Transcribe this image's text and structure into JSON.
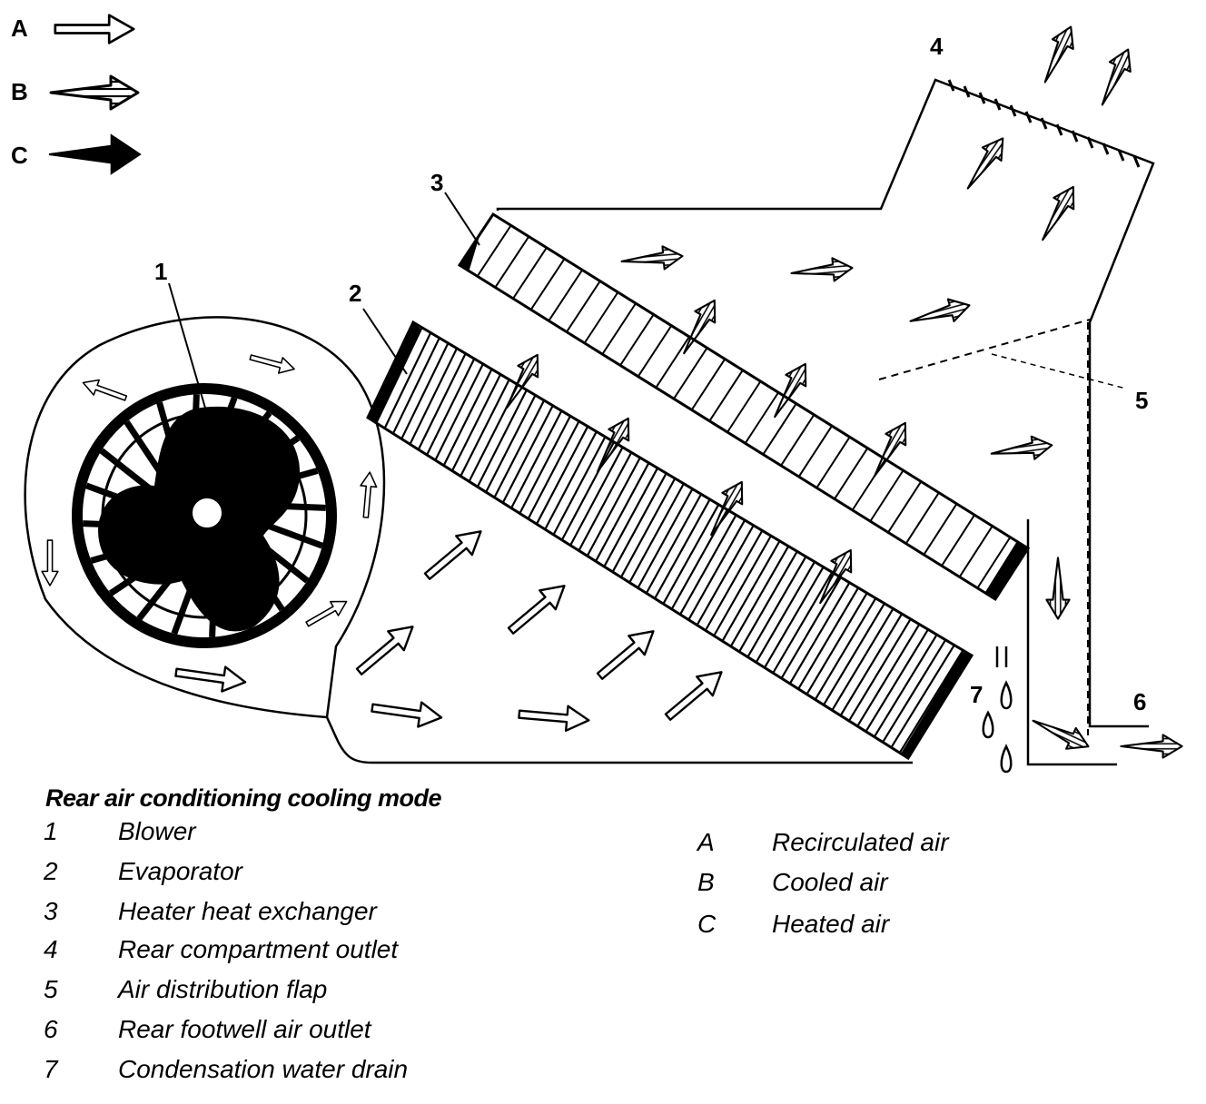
{
  "diagram": {
    "callouts": {
      "c1": "1",
      "c2": "2",
      "c3": "3",
      "c4": "4",
      "c5": "5",
      "c6": "6",
      "c7": "7"
    },
    "arrow_legend": [
      {
        "key": "A"
      },
      {
        "key": "B"
      },
      {
        "key": "C"
      }
    ],
    "caption": "Rear air conditioning cooling mode",
    "parts": [
      {
        "num": "1",
        "label": "Blower"
      },
      {
        "num": "2",
        "label": "Evaporator"
      },
      {
        "num": "3",
        "label": "Heater heat exchanger"
      },
      {
        "num": "4",
        "label": "Rear compartment outlet"
      },
      {
        "num": "5",
        "label": "Air distribution flap"
      },
      {
        "num": "6",
        "label": "Rear footwell air outlet"
      },
      {
        "num": "7",
        "label": "Condensation water drain"
      }
    ],
    "air_types": [
      {
        "letter": "A",
        "label": "Recirculated air"
      },
      {
        "letter": "B",
        "label": "Cooled air"
      },
      {
        "letter": "C",
        "label": "Heated air"
      }
    ]
  },
  "colors": {
    "ink": "#000000",
    "paper": "#ffffff"
  },
  "icons": {
    "recirculated_air": "hollow-arrow-icon",
    "cooled_air": "hatched-arrow-icon",
    "heated_air": "solid-arrow-icon"
  }
}
